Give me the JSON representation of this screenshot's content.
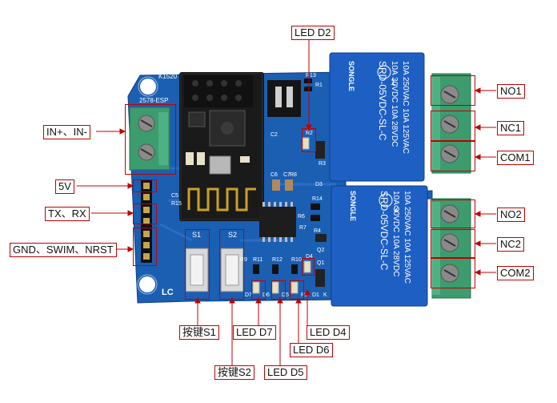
{
  "colors": {
    "pcb": "#1b5fb3",
    "relay": "#1e5fc4",
    "terminal": "#3c9c6e",
    "callout": "#c00000"
  },
  "labels": {
    "led_d2": "LED D2",
    "no1": "NO1",
    "nc1": "NC1",
    "com1": "COM1",
    "in_power": "IN+、IN-",
    "v5": "5V",
    "tx_rx": "TX、RX",
    "gnd_swim": "GND、SWIM、NRST",
    "no2": "NO2",
    "nc2": "NC2",
    "com2": "COM2",
    "key_s1": "按键S1",
    "key_s2": "按键S2",
    "led_d7": "LED D7",
    "led_d6": "LED D6",
    "led_d5": "LED D5",
    "led_d4": "LED D4"
  },
  "board": {
    "module_id": "K1520",
    "module_code": "2578-ESP",
    "s1": "S1",
    "s2": "S2",
    "logo": "LC",
    "relay_text": [
      "10A 250VAC 10A 125VAC",
      "10A 30VDC 10A 28VDC",
      "SRD-05VDC-SL-C"
    ],
    "relay_brand": "SONGLE",
    "relay1_num": "1",
    "relay2_num": "2",
    "silk_refs": [
      "R13",
      "R1",
      "R2",
      "R3",
      "D3",
      "C2",
      "C6",
      "C7",
      "R8",
      "R14",
      "R6",
      "R7",
      "R4",
      "R9",
      "R11",
      "R12",
      "R10",
      "D4",
      "D5",
      "D6",
      "D7",
      "Q1",
      "Q2",
      "R5",
      "D1",
      "K",
      "C5",
      "R15"
    ]
  }
}
